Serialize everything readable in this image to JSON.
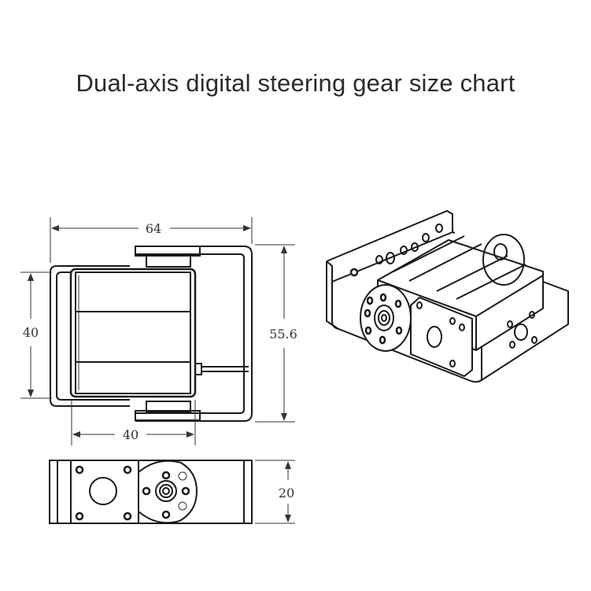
{
  "title": "Dual-axis digital steering gear size chart",
  "dimensions": {
    "width_top": "64",
    "height_left": "40",
    "height_right": "55.6",
    "width_bottom": "40",
    "height_side": "20"
  }
}
